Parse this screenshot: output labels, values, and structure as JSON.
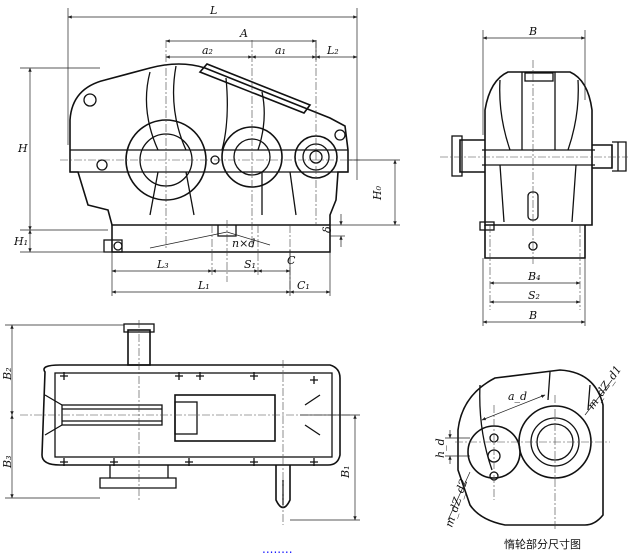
{
  "front_view": {
    "labels": {
      "L": "L",
      "A": "A",
      "a2": "a₂",
      "a1": "a₁",
      "L2": "L₂",
      "H": "H",
      "H1": "H₁",
      "H0": "H₀",
      "delta": "δ",
      "nxd": "n×d",
      "L3": "L₃",
      "S1": "S₁",
      "C": "C",
      "L1": "L₁",
      "C1": "C₁"
    }
  },
  "side_view": {
    "labels": {
      "B_top": "B",
      "B4": "B₄",
      "S2": "S₂",
      "B_bottom": "B"
    }
  },
  "top_view": {
    "labels": {
      "B2": "B₂",
      "B3": "B₃",
      "B1": "B₁"
    }
  },
  "gear_detail": {
    "labels": {
      "ad": "a_d",
      "md_zd1": "m_dZ_d1",
      "hd": "h_d",
      "md_zd2": "m_dZ_d2"
    },
    "caption": "惰轮部分尺寸图"
  },
  "footer_fragment": "........"
}
